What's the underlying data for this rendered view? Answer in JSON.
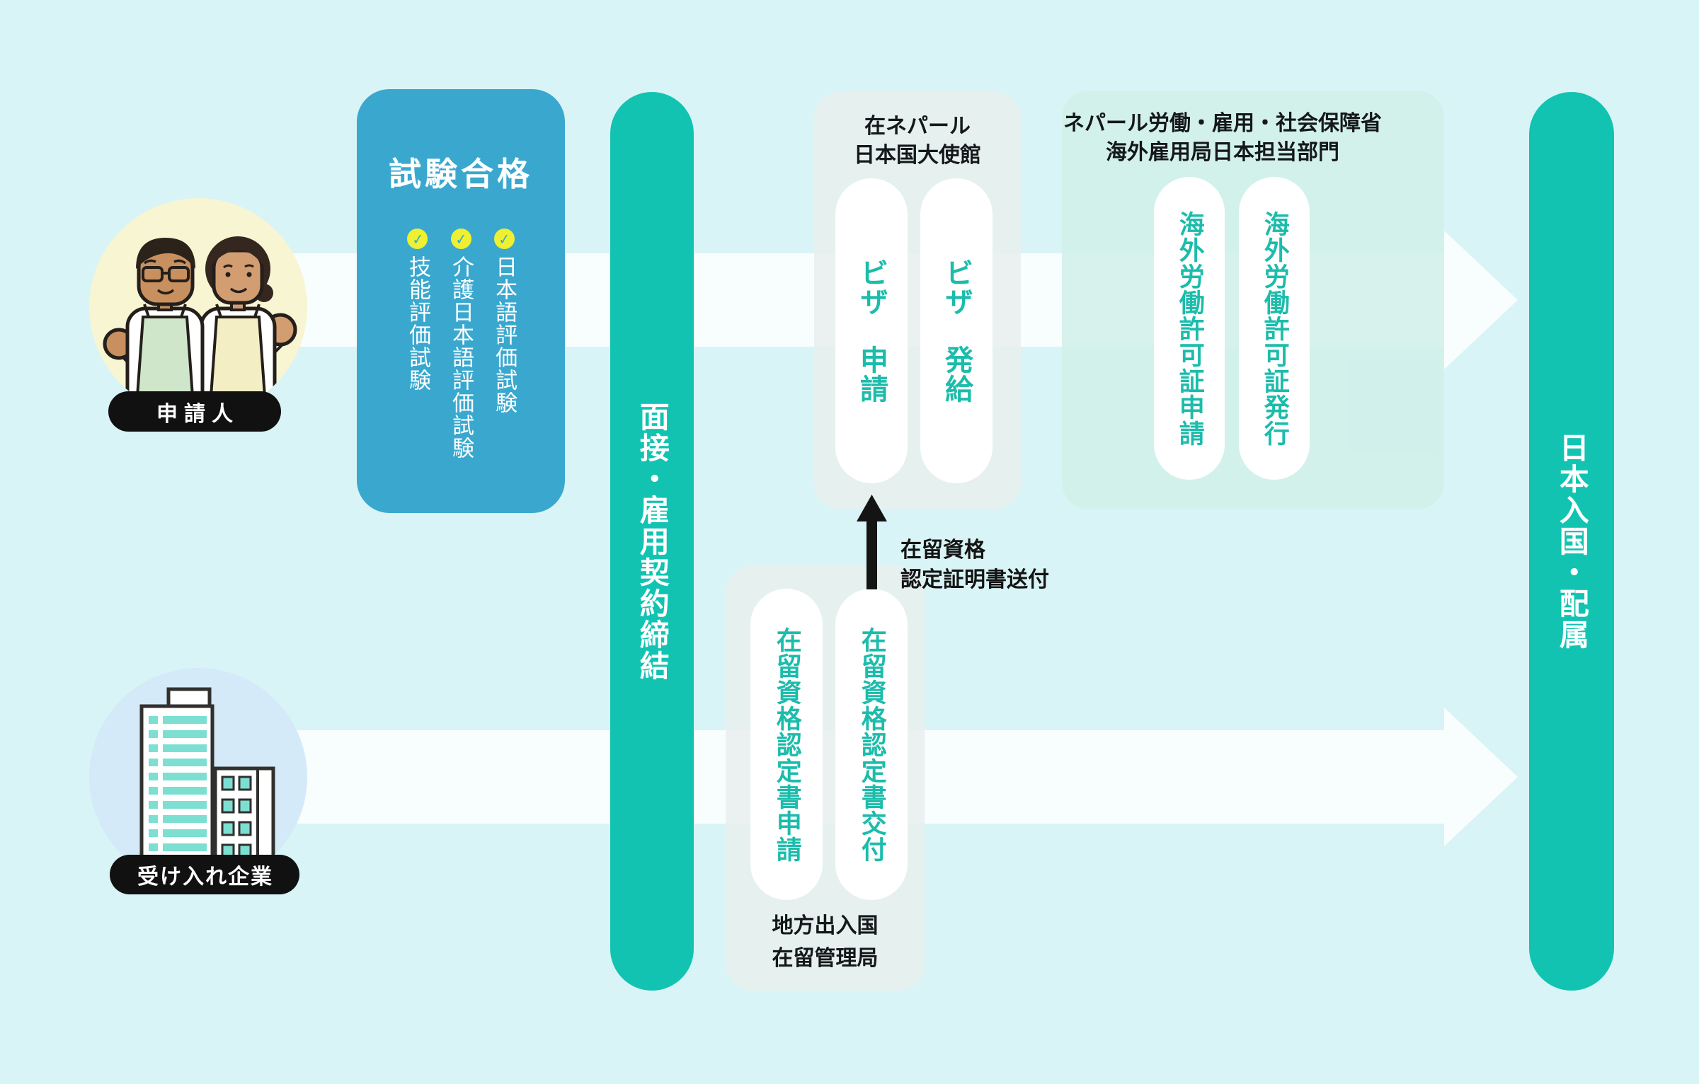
{
  "colors": {
    "bg": "#d9f4f6",
    "band": "rgba(255,255,255,0.82)",
    "teal": "#12c3b2",
    "blue": "#3aa8ce",
    "mint": "rgba(209,240,233,0.88)",
    "gray_box": "rgba(232,239,237,0.85)",
    "pill_text": "#1cbcab",
    "badge_yellow": "#eef031",
    "ink": "#111111",
    "avatar_bg": "#f8f5d3",
    "building_bg": "#d4eaf8"
  },
  "actors": {
    "applicant_label": "申請人",
    "company_label": "受け入れ企業"
  },
  "exam": {
    "title": "試験合格",
    "check_glyph": "✓",
    "items": [
      {
        "label": "技能評価試験"
      },
      {
        "label": "介護日本語評価試験"
      },
      {
        "label": "日本語評価試験"
      }
    ]
  },
  "interview_bar": {
    "label": "面接・雇用契約締結"
  },
  "embassy": {
    "title_line1": "在ネパール",
    "title_line2": "日本国大使館",
    "steps": [
      {
        "label": "ビザ　申請"
      },
      {
        "label": "ビザ　発給"
      }
    ]
  },
  "ministry": {
    "title_line1": "ネパール労働・雇用・社会保障省",
    "title_line2": "海外雇用局日本担当部門",
    "steps": [
      {
        "label": "海外労働許可証申請"
      },
      {
        "label": "海外労働許可証発行"
      }
    ]
  },
  "immigration": {
    "title_line1": "地方出入国",
    "title_line2": "在留管理局",
    "steps": [
      {
        "label": "在留資格認定書申請"
      },
      {
        "label": "在留資格認定書交付"
      }
    ]
  },
  "entry_bar": {
    "label": "日本入国・配属"
  },
  "coe_send_arrow": {
    "label_line1": "在留資格",
    "label_line2": "認定証明書送付"
  }
}
